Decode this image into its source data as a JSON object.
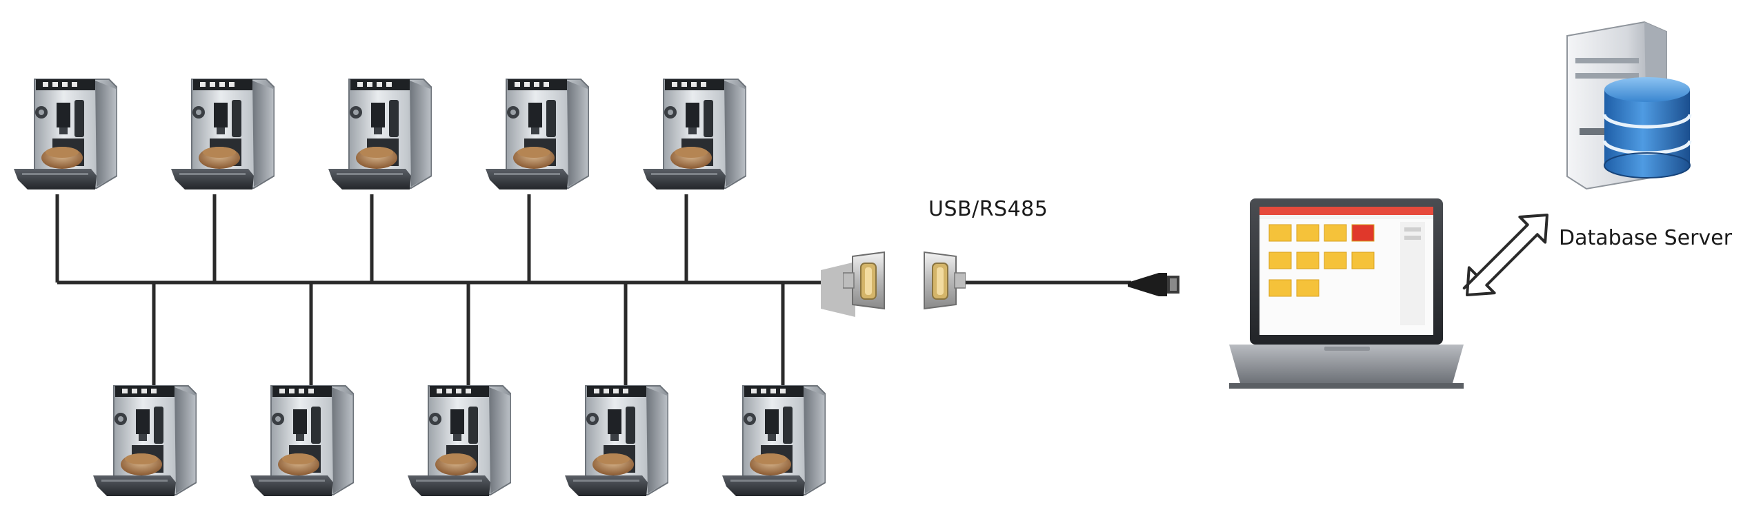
{
  "labels": {
    "bus_interface": "USB/RS485",
    "database_server": "Database Server"
  },
  "diagram": {
    "top_row_count": 5,
    "bottom_row_count": 5,
    "nodes": {
      "coffee_machine": "coffee-machine-icon",
      "db9_connector_male": "db9-connector-icon",
      "db9_connector_female": "db9-connector-icon",
      "usb_plug": "usb-plug-icon",
      "laptop": "laptop-icon",
      "server": "server-tower-icon",
      "database": "database-cylinder-icon",
      "link": "bidirectional-arrow-icon"
    },
    "colors": {
      "bus_line": "#2a2a2a",
      "app_tile": "#f5c23a",
      "app_tile_alert": "#e0382b",
      "db_blue": "#2f79c8"
    }
  }
}
